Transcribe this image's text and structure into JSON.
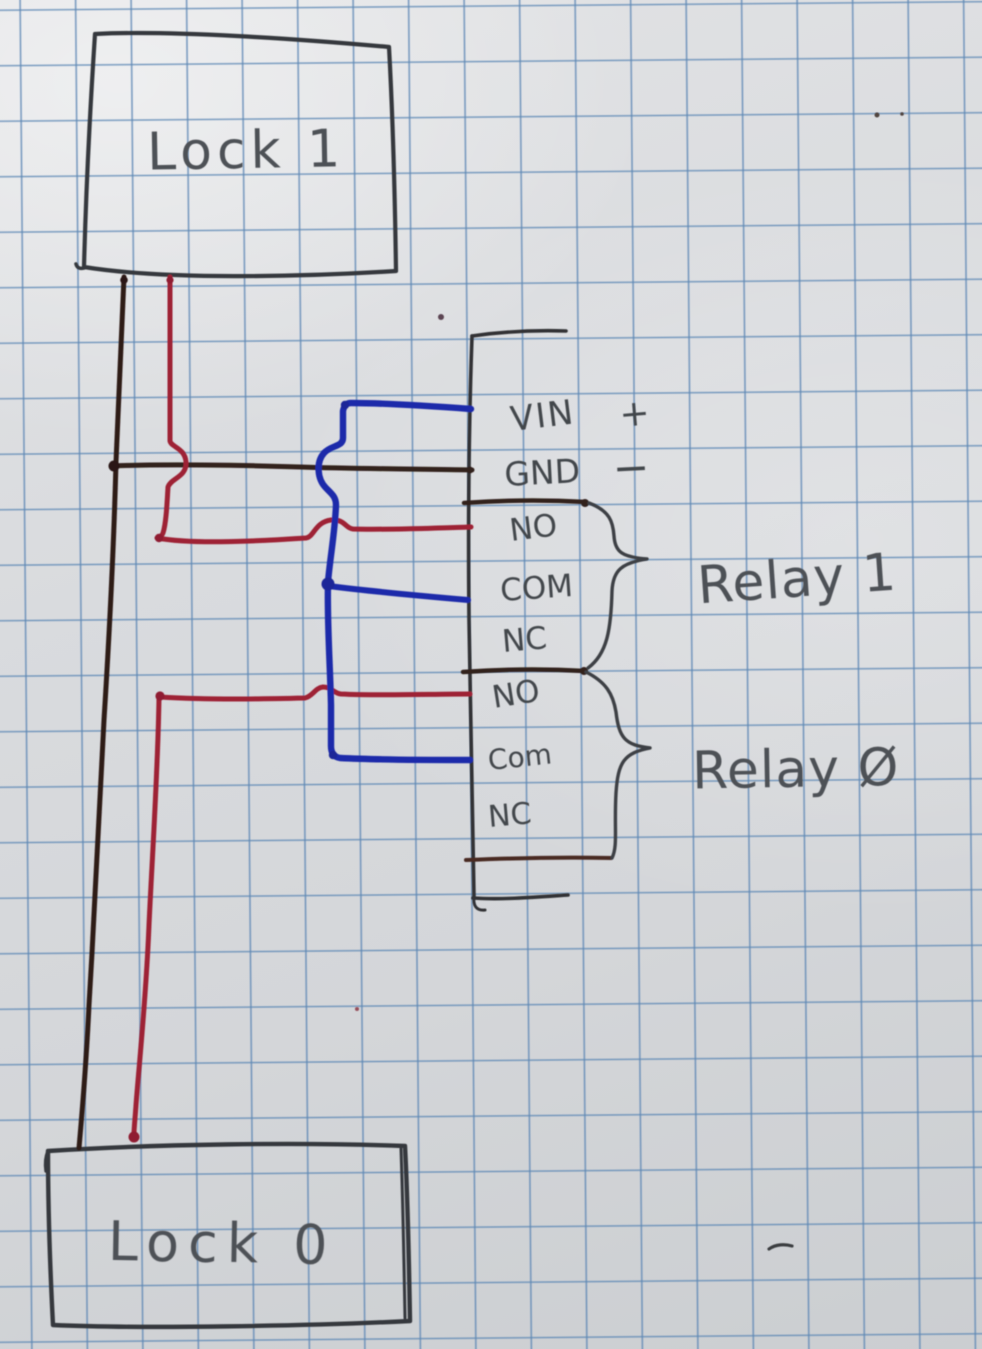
{
  "diagram": {
    "locks": [
      {
        "label": "Lock 1"
      },
      {
        "label": "Lock 0"
      }
    ],
    "relay_module": {
      "pins": [
        {
          "label": "VIN",
          "annotation": "+"
        },
        {
          "label": "GND",
          "annotation": "−"
        },
        {
          "label": "NO"
        },
        {
          "label": "COM"
        },
        {
          "label": "NC"
        },
        {
          "label": "NO"
        },
        {
          "label": "Com"
        },
        {
          "label": "NC"
        }
      ],
      "groups": [
        {
          "label": "Relay 1"
        },
        {
          "label": "Relay Ø"
        }
      ]
    },
    "ink_colors": {
      "ground_wire": "#2f1d19",
      "positive_wire": "#9e2236",
      "power_wire": "#1f2caa",
      "pen_outline": "#35383c",
      "pencil_text": "#4e5156"
    },
    "paper": {
      "background": "#d9dbde",
      "grid_line": "#5d87b4"
    }
  }
}
